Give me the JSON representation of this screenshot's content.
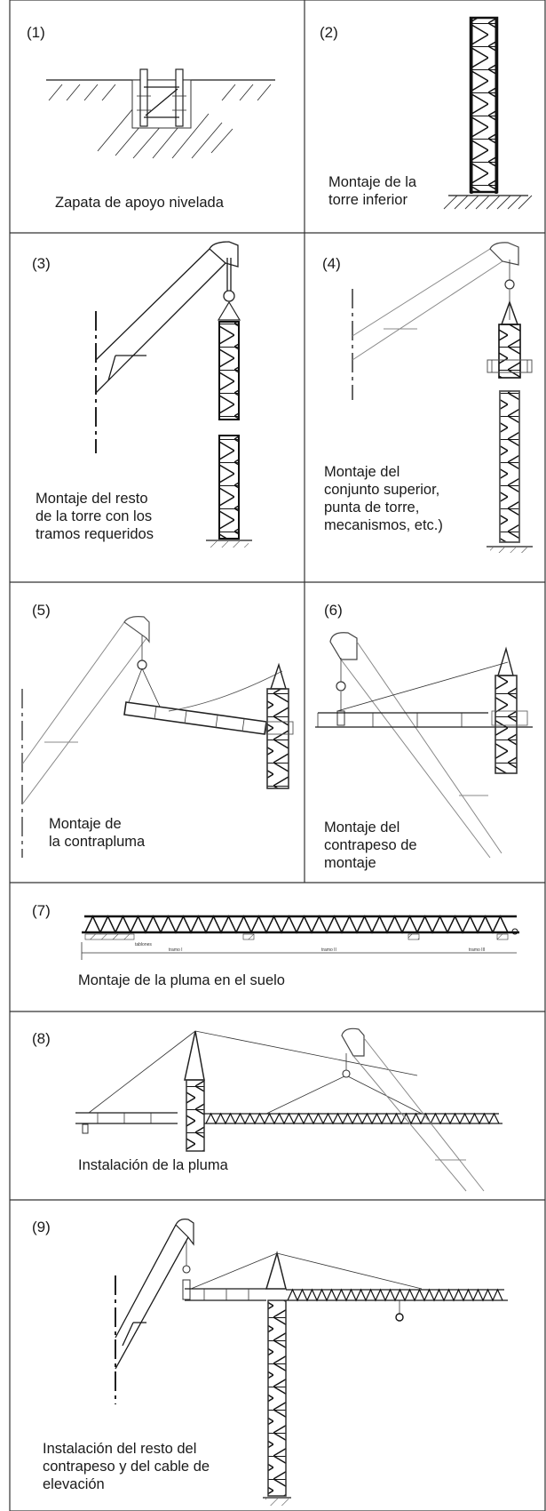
{
  "panels": [
    {
      "num": "(1)",
      "caption": [
        "Zapata de apoyo nivelada"
      ]
    },
    {
      "num": "(2)",
      "caption": [
        "Montaje de la",
        "torre inferior"
      ]
    },
    {
      "num": "(3)",
      "caption": [
        "Montaje del resto",
        "de la torre con los",
        "tramos requeridos"
      ]
    },
    {
      "num": "(4)",
      "caption": [
        "Montaje del",
        "conjunto superior,",
        "punta de torre,",
        "mecanismos, etc.)"
      ]
    },
    {
      "num": "(5)",
      "caption": [
        "Montaje de",
        "la contrapluma"
      ]
    },
    {
      "num": "(6)",
      "caption": [
        "Montaje del",
        "contrapeso de",
        "montaje"
      ]
    },
    {
      "num": "(7)",
      "caption": [
        "Montaje de la pluma en el suelo"
      ],
      "labels": {
        "tablones": "tablones",
        "tramo1": "tramo I",
        "tramo2": "tramo II",
        "tramo3": "tramo III"
      }
    },
    {
      "num": "(8)",
      "caption": [
        "Instalación de la pluma"
      ]
    },
    {
      "num": "(9)",
      "caption": [
        "Instalación del resto del",
        "contrapeso y del cable de",
        "elevación"
      ]
    }
  ]
}
